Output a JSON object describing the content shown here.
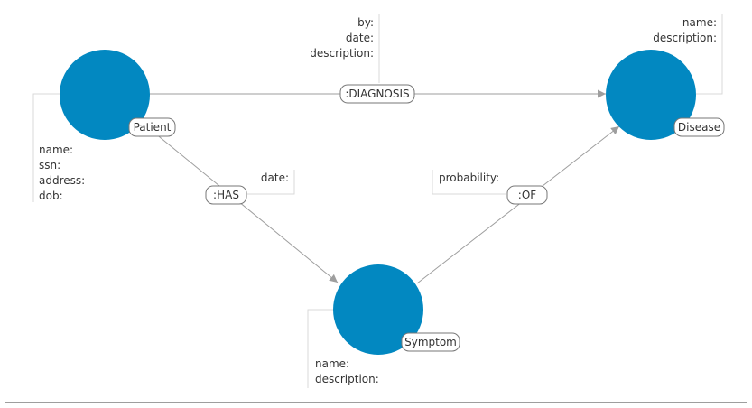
{
  "colors": {
    "node_fill": "#0288c1",
    "edge": "#9e9e9e",
    "bracket": "#d9d9d9",
    "frame": "#9e9e9e",
    "text": "#333333",
    "tag_border": "#777777",
    "tag_bg": "#ffffff"
  },
  "nodes": {
    "patient": {
      "label": "Patient",
      "properties": [
        "name:",
        "ssn:",
        "address:",
        "dob:"
      ]
    },
    "disease": {
      "label": "Disease",
      "properties": [
        "name:",
        "description:"
      ]
    },
    "symptom": {
      "label": "Symptom",
      "properties": [
        "name:",
        "description:"
      ]
    }
  },
  "relationships": {
    "diagnosis": {
      "label": ":DIAGNOSIS",
      "from": "Patient",
      "to": "Disease",
      "properties": [
        "by:",
        "date:",
        "description:"
      ]
    },
    "has": {
      "label": ":HAS",
      "from": "Patient",
      "to": "Symptom",
      "properties": [
        "date:"
      ]
    },
    "of": {
      "label": ":OF",
      "from": "Symptom",
      "to": "Disease",
      "properties": [
        "probability:"
      ]
    }
  }
}
